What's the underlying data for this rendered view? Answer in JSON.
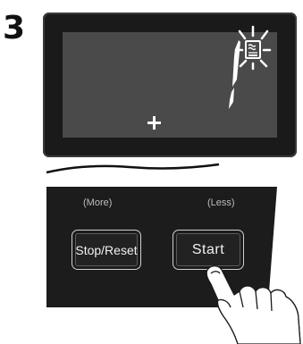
{
  "step": {
    "number": "3"
  },
  "display": {
    "digit_glyph": "1",
    "indicator_icon": "oven-heat-icon",
    "cursor_icon": "plus-icon"
  },
  "controls": {
    "more_label": "(More)",
    "less_label": "(Less)",
    "stop_reset_label": "Stop/Reset",
    "start_label": "Start"
  },
  "colors": {
    "panel": "#1a1a1a",
    "screen": "#4a4a4a",
    "button_border": "#cfcfcf",
    "text_light": "#f2f2f2"
  }
}
